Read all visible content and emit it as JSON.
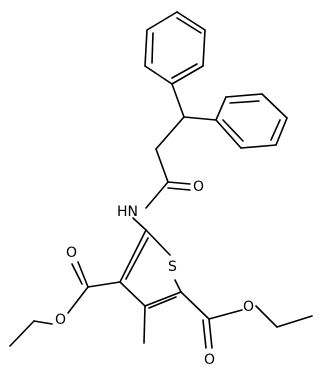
{
  "molecule": {
    "atom_labels": {
      "amide_nh": "HN",
      "amide_o": "O",
      "thiophene_s": "S",
      "ester_left_carbonyl_o": "O",
      "ester_left_ether_o": "O",
      "ester_right_carbonyl_o": "O",
      "ester_right_ether_o": "O"
    }
  },
  "colors": {
    "bond": "#000000",
    "background": "#ffffff"
  }
}
